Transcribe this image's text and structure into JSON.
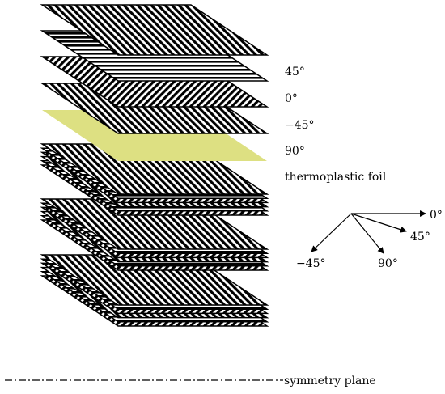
{
  "diagram": {
    "stack_labels": {
      "ply_45": "45°",
      "ply_0": "0°",
      "ply_neg45": "−45°",
      "ply_90": "90°",
      "foil": "thermoplastic foil"
    },
    "orientation_labels": {
      "dir_0": "0°",
      "dir_45": "45°",
      "dir_90": "90°",
      "dir_neg45": "−45°"
    },
    "symmetry_label": "symmetry plane",
    "colors": {
      "fiber": "#000000",
      "ply_fill": "#ffffff",
      "foil": "#dde082"
    }
  }
}
